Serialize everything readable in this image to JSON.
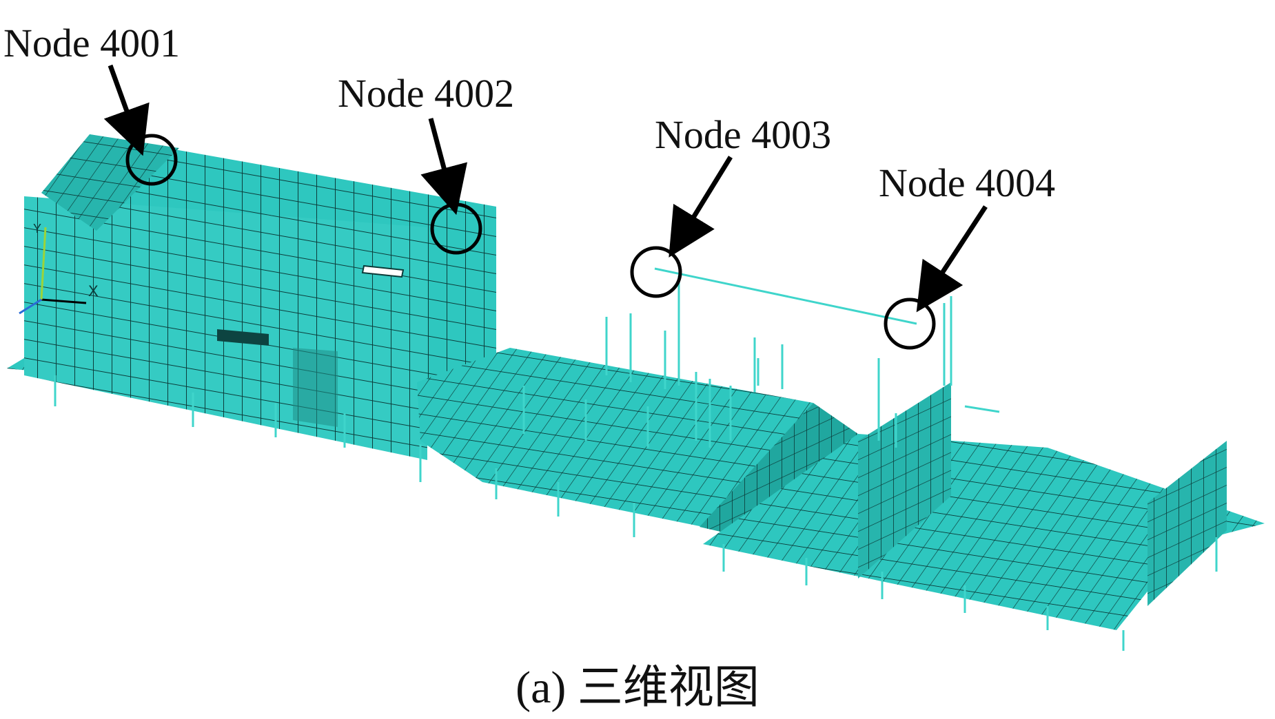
{
  "nodes": [
    {
      "id": "node-4001",
      "label": "Node 4001"
    },
    {
      "id": "node-4002",
      "label": "Node 4002"
    },
    {
      "id": "node-4003",
      "label": "Node 4003"
    },
    {
      "id": "node-4004",
      "label": "Node 4004"
    }
  ],
  "caption": "(a) 三维视图",
  "axis_triad": {
    "x_label": "X",
    "y_label": "Y"
  },
  "colors": {
    "mesh_fill": "#2ec7bf",
    "mesh_fill_dark": "#20a79f",
    "mesh_lines": "#0b3b39",
    "beam_lines": "#3fd5cb",
    "annotation": "#000000",
    "background": "#ffffff"
  }
}
